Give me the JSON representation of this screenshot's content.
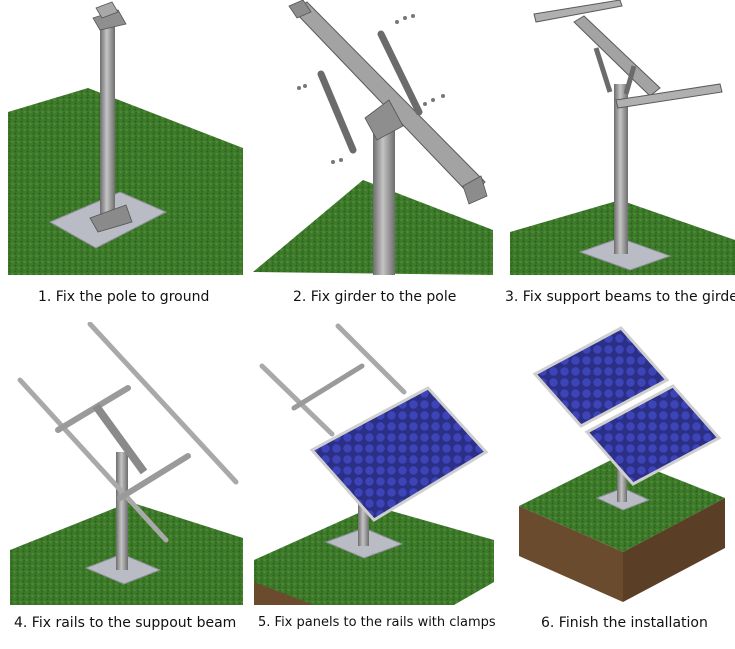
{
  "steps": [
    {
      "number": "1",
      "caption": "1. Fix the pole to ground"
    },
    {
      "number": "2",
      "caption": "2. Fix girder to the pole"
    },
    {
      "number": "3",
      "caption": "3. Fix support beams to the girde"
    },
    {
      "number": "4",
      "caption": "4. Fix rails to the suppout beam"
    },
    {
      "number": "5",
      "caption": "5. Fix panels to the rails with clamps"
    },
    {
      "number": "6",
      "caption": "6. Finish the installation"
    }
  ],
  "colors": {
    "grass": "#3d7a2a",
    "grass_dark": "#2c5e1d",
    "steel": "#9a9a9a",
    "steel_dark": "#6f6f6f",
    "base_plate": "#b9bcc4",
    "panel_blue": "#2b2f86",
    "cell_blue": "#3c44b8",
    "soil": "#6b4b2e"
  }
}
